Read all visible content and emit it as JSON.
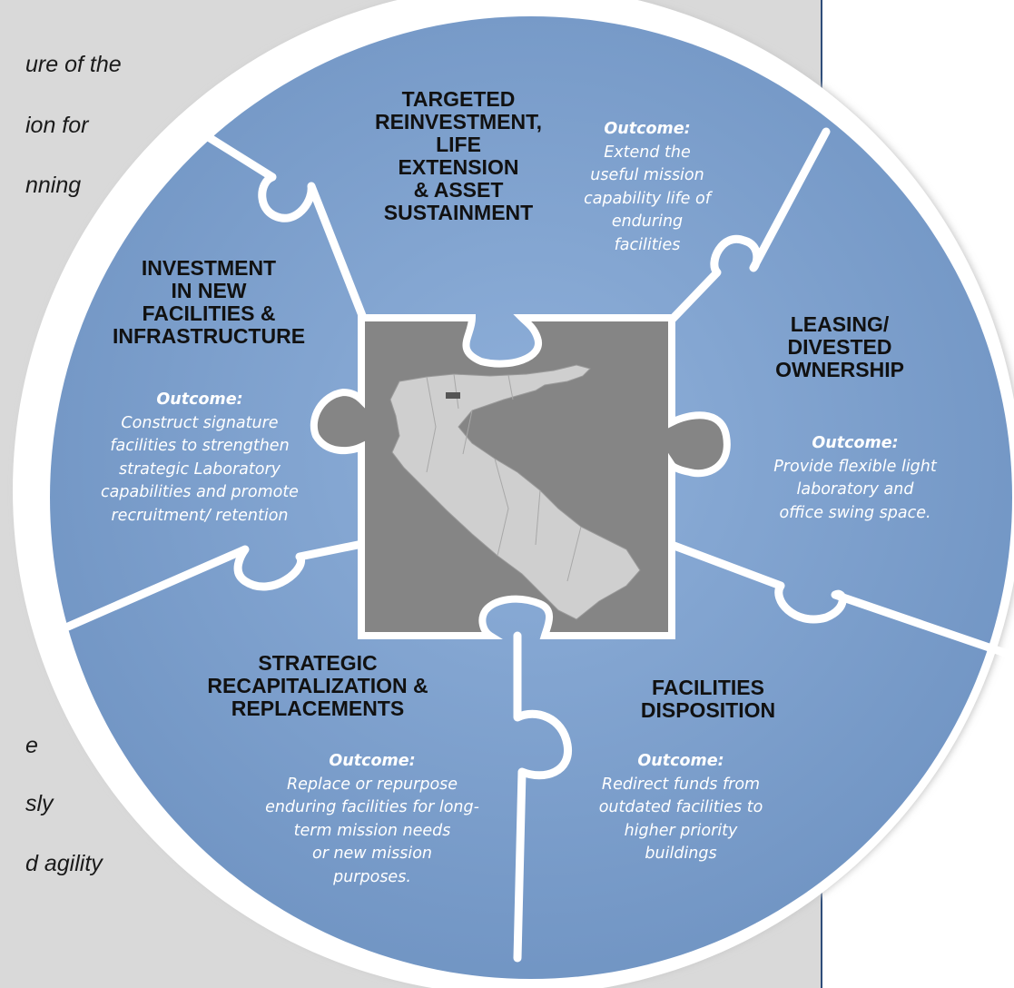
{
  "side_text": [
    {
      "id": "l1",
      "text": "ure of the"
    },
    {
      "id": "l2",
      "text": "ion for"
    },
    {
      "id": "l3",
      "text": "nning"
    },
    {
      "id": "l4",
      "text": "e"
    },
    {
      "id": "l5",
      "text": "sly"
    },
    {
      "id": "l6",
      "text": "d agility"
    }
  ],
  "outcome_label": "Outcome:",
  "pieces": {
    "top": {
      "title": [
        "TARGETED",
        "REINVESTMENT,",
        "LIFE",
        "EXTENSION",
        "& ASSET",
        "SUSTAINMENT"
      ],
      "outcome": [
        "Extend the",
        "useful mission",
        "capability life of",
        "enduring",
        "facilities"
      ]
    },
    "left": {
      "title": [
        "INVESTMENT",
        "IN NEW",
        "FACILITIES &",
        "INFRASTRUCTURE"
      ],
      "outcome": [
        "Construct signature",
        "facilities to strengthen",
        "strategic Laboratory",
        "capabilities and promote",
        "recruitment/ retention"
      ]
    },
    "right": {
      "title": [
        "LEASING/",
        "DIVESTED",
        "OWNERSHIP"
      ],
      "outcome": [
        "Provide flexible light",
        "laboratory and",
        "office swing space."
      ]
    },
    "bottom_left": {
      "title": [
        "STRATEGIC",
        "RECAPITALIZATION &",
        "REPLACEMENTS"
      ],
      "outcome": [
        "Replace or repurpose",
        "enduring facilities for long-",
        "term mission needs",
        "or new mission",
        "purposes."
      ]
    },
    "bottom_right": {
      "title": [
        "FACILITIES",
        "DISPOSITION"
      ],
      "outcome": [
        "Redirect funds from",
        "outdated facilities to",
        "higher priority",
        "buildings"
      ]
    }
  },
  "colors": {
    "panel_gray": "#d9d9d9",
    "panel_border": "#2e4d7a",
    "piece_blue": "#7ea1cf",
    "seam_white": "#ffffff",
    "center_gray": "#808080",
    "map_fill": "#cfcfcf"
  }
}
